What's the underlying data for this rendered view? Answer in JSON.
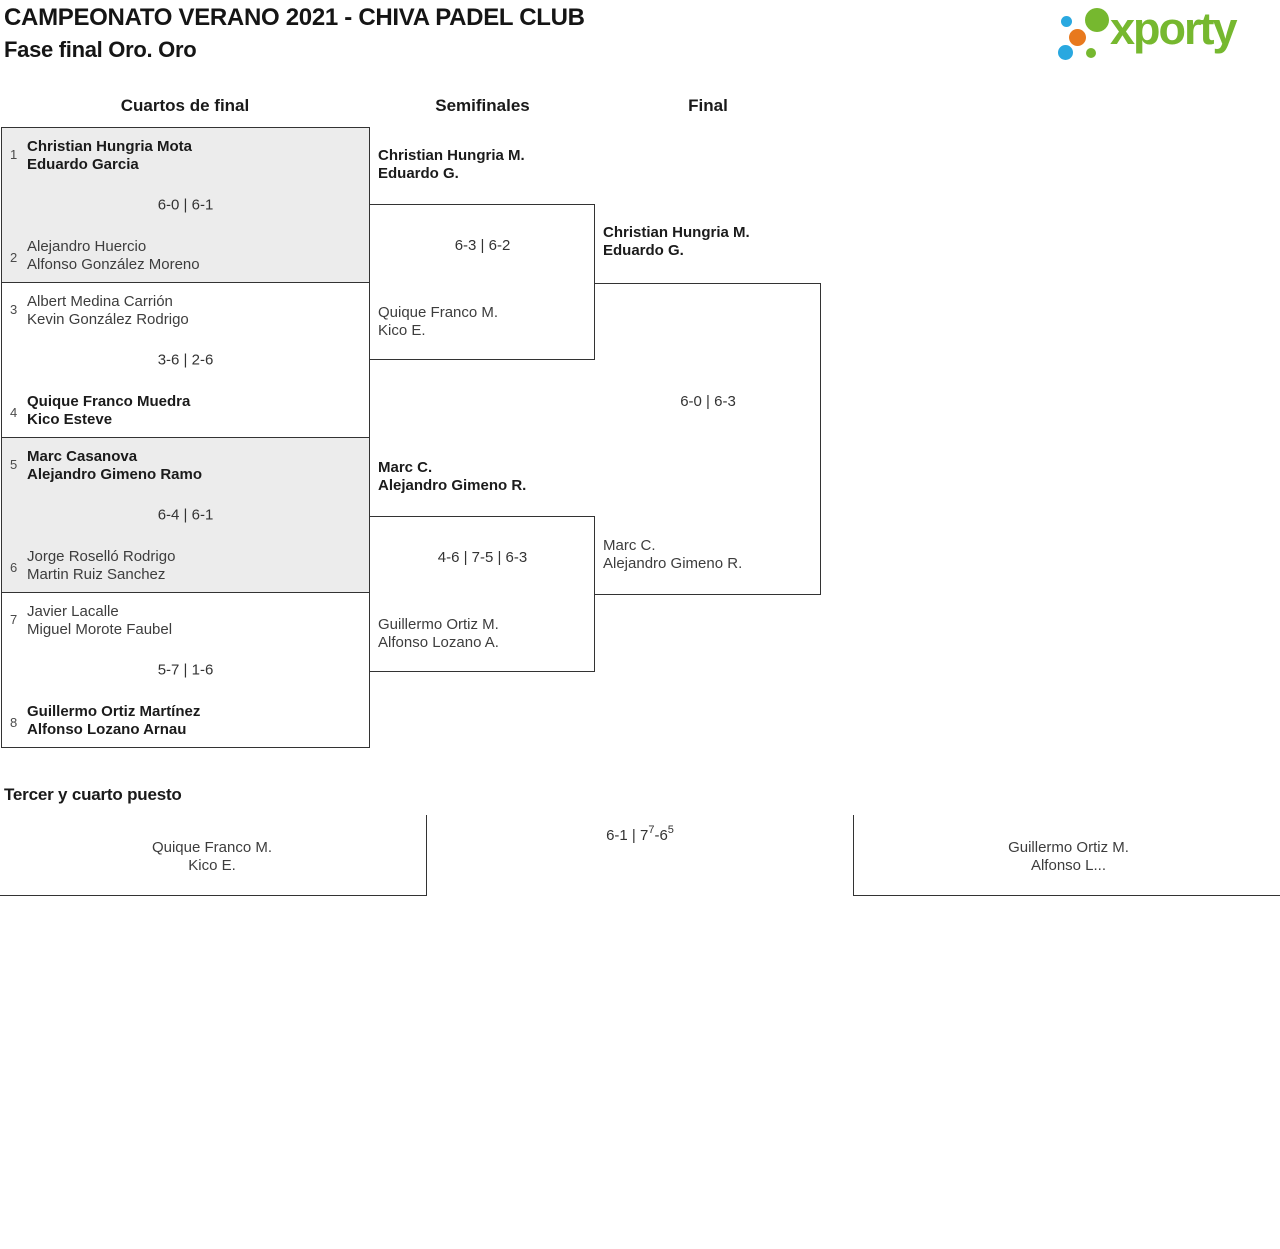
{
  "header": {
    "title": "CAMPEONATO VERANO 2021 - CHIVA PADEL CLUB",
    "subtitle": "Fase final Oro. Oro",
    "logo": {
      "text": "xporty"
    }
  },
  "columns": {
    "round1": "Cuartos de final",
    "round2": "Semifinales",
    "round3": "Final"
  },
  "colors": {
    "line": "#333333",
    "shaded_match": "#ececec",
    "name_text": "#3d3d3d",
    "logo_green": "#76b82f",
    "logo_blue": "#29a8e0",
    "logo_orange": "#e8791e"
  },
  "quarterfinals": [
    {
      "seed_top": "1",
      "top_line1": "Christian Hungria Mota",
      "top_line2": "Eduardo Garcia",
      "top_winner": true,
      "score": "6-0 | 6-1",
      "seed_bottom": "2",
      "bottom_line1": "Alejandro Huercio",
      "bottom_line2": "Alfonso González Moreno",
      "bottom_winner": false
    },
    {
      "seed_top": "3",
      "top_line1": "Albert Medina Carrión",
      "top_line2": "Kevin González Rodrigo",
      "top_winner": false,
      "score": "3-6 | 2-6",
      "seed_bottom": "4",
      "bottom_line1": "Quique Franco Muedra",
      "bottom_line2": "Kico Esteve",
      "bottom_winner": true
    },
    {
      "seed_top": "5",
      "top_line1": "Marc Casanova",
      "top_line2": "Alejandro Gimeno Ramo",
      "top_winner": true,
      "score": "6-4 | 6-1",
      "seed_bottom": "6",
      "bottom_line1": "Jorge Roselló Rodrigo",
      "bottom_line2": "Martin Ruiz Sanchez",
      "bottom_winner": false
    },
    {
      "seed_top": "7",
      "top_line1": "Javier Lacalle",
      "top_line2": "Miguel Morote Faubel",
      "top_winner": false,
      "score": "5-7 | 1-6",
      "seed_bottom": "8",
      "bottom_line1": "Guillermo Ortiz Martínez",
      "bottom_line2": "Alfonso Lozano Arnau",
      "bottom_winner": true
    }
  ],
  "semifinals": [
    {
      "top_line1": "Christian Hungria M.",
      "top_line2": "Eduardo G.",
      "top_winner": true,
      "score": "6-3 | 6-2",
      "bottom_line1": "Quique Franco M.",
      "bottom_line2": "Kico E.",
      "bottom_winner": false
    },
    {
      "top_line1": "Marc C.",
      "top_line2": "Alejandro Gimeno R.",
      "top_winner": true,
      "score": "4-6 | 7-5 | 6-3",
      "bottom_line1": "Guillermo Ortiz M.",
      "bottom_line2": "Alfonso Lozano A.",
      "bottom_winner": false
    }
  ],
  "final": {
    "top_line1": "Christian Hungria M.",
    "top_line2": "Eduardo G.",
    "top_winner": true,
    "score": "6-0 | 6-3",
    "bottom_line1": "Marc C.",
    "bottom_line2": "Alejandro Gimeno R.",
    "bottom_winner": false
  },
  "third_place": {
    "heading": "Tercer y cuarto puesto",
    "left_line1": "Quique Franco M.",
    "left_line2": "Kico E.",
    "right_line1": "Guillermo Ortiz M.",
    "right_line2": "Alfonso L...",
    "score_main": "6-1 | 7",
    "score_sup1": "7",
    "score_mid": "-6",
    "score_sup2": "5"
  }
}
